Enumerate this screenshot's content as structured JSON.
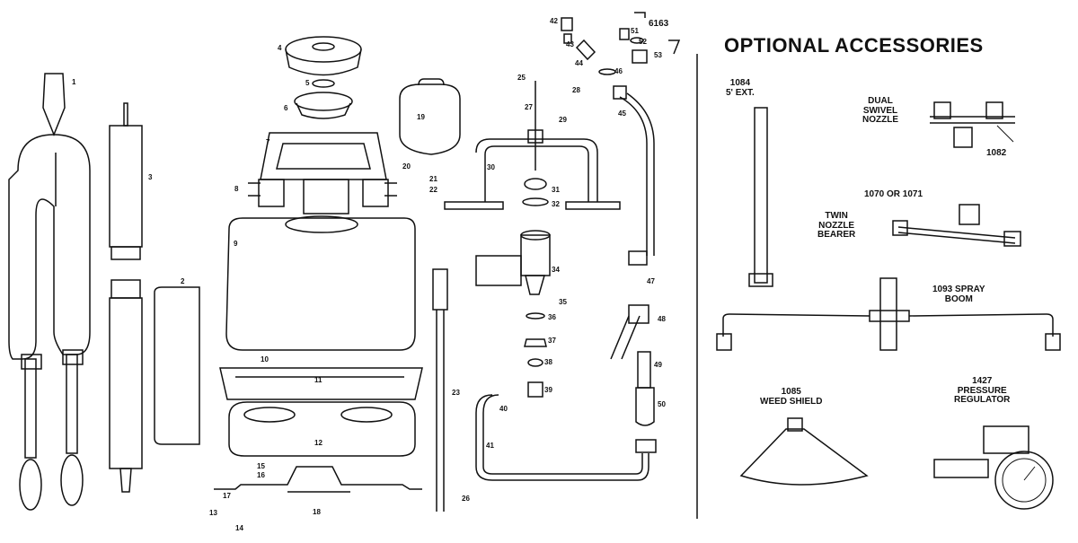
{
  "accessories": {
    "title": "OPTIONAL ACCESSORIES",
    "items": [
      {
        "id": "ext",
        "text": "1084\n5' EXT."
      },
      {
        "id": "dual",
        "text": "DUAL\nSWIVEL\nNOZZLE"
      },
      {
        "id": "dual_num",
        "text": "1082"
      },
      {
        "id": "twin_num",
        "text": "1070 OR 1071"
      },
      {
        "id": "twin",
        "text": "TWIN\nNOZZLE\nBEARER"
      },
      {
        "id": "boom",
        "text": "1093 SPRAY\nBOOM"
      },
      {
        "id": "weed",
        "text": "1085\nWEED SHIELD"
      },
      {
        "id": "regulator",
        "text": "1427\nPRESSURE\nREGULATOR"
      }
    ]
  },
  "parts": [
    {
      "n": "1"
    },
    {
      "n": "2"
    },
    {
      "n": "3"
    },
    {
      "n": "4"
    },
    {
      "n": "5"
    },
    {
      "n": "6"
    },
    {
      "n": "7"
    },
    {
      "n": "8"
    },
    {
      "n": "9"
    },
    {
      "n": "10"
    },
    {
      "n": "11"
    },
    {
      "n": "12"
    },
    {
      "n": "13"
    },
    {
      "n": "14"
    },
    {
      "n": "15"
    },
    {
      "n": "16"
    },
    {
      "n": "17"
    },
    {
      "n": "18"
    },
    {
      "n": "19"
    },
    {
      "n": "20"
    },
    {
      "n": "21"
    },
    {
      "n": "22"
    },
    {
      "n": "23"
    },
    {
      "n": "25"
    },
    {
      "n": "26"
    },
    {
      "n": "27"
    },
    {
      "n": "28"
    },
    {
      "n": "29"
    },
    {
      "n": "30"
    },
    {
      "n": "31"
    },
    {
      "n": "32"
    },
    {
      "n": "34"
    },
    {
      "n": "35"
    },
    {
      "n": "36"
    },
    {
      "n": "37"
    },
    {
      "n": "38"
    },
    {
      "n": "39"
    },
    {
      "n": "40"
    },
    {
      "n": "41"
    },
    {
      "n": "42"
    },
    {
      "n": "43"
    },
    {
      "n": "44"
    },
    {
      "n": "45"
    },
    {
      "n": "46"
    },
    {
      "n": "47"
    },
    {
      "n": "48"
    },
    {
      "n": "49"
    },
    {
      "n": "50"
    },
    {
      "n": "51"
    },
    {
      "n": "52"
    },
    {
      "n": "53"
    },
    {
      "n": "6163"
    }
  ]
}
